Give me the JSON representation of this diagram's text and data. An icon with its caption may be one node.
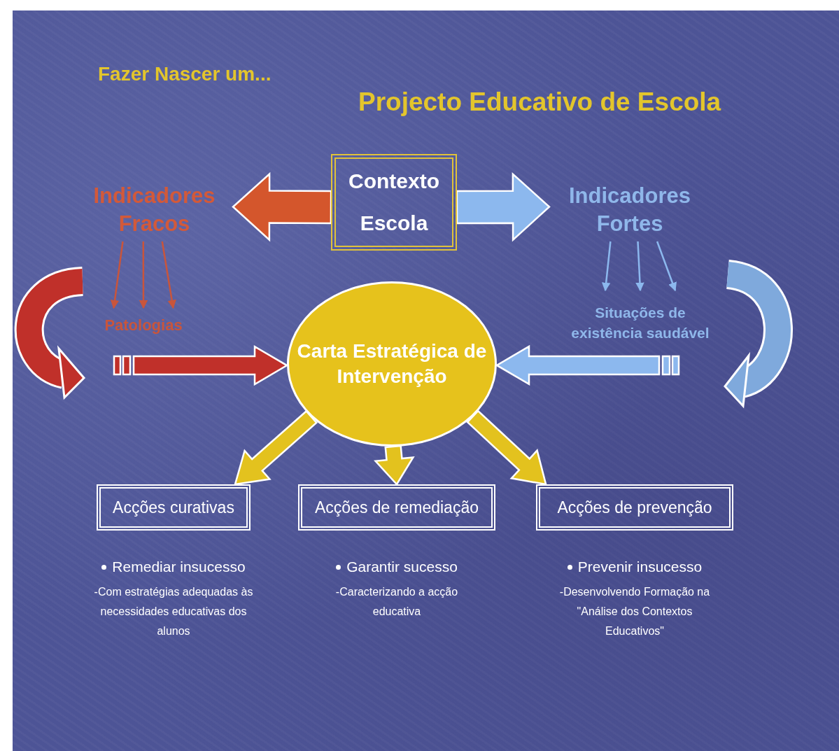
{
  "diagram": {
    "title": "Projecto Educativo de Escola",
    "nodes": [
      {
        "text": [
          "Contexto Escola"
        ]
      },
      {
        "text": [
          "Indicadores Fracos"
        ]
      },
      {
        "text": [
          "Indicadores Fortes"
        ]
      },
      {
        "text": [
          "Patologias"
        ]
      },
      {
        "text": [
          "Situações de existência saudável"
        ]
      },
      {
        "text": [
          "Carta Estratégica de Intervenção"
        ]
      },
      {
        "text": [
          "Acções curativas"
        ],
        "beside": [
          "Remediar insucesso",
          "-Com estratégias adequadas às necessidades educativas dos alunos"
        ]
      },
      {
        "text": [
          "Acções de remediação"
        ],
        "beside": [
          "Garantir sucesso",
          "-Caracterizando a acção educativa"
        ]
      },
      {
        "text": [
          "Acções de prevenção"
        ],
        "beside": [
          "Prevenir insucesso",
          "-Desenvolvendo Formação na \"Análise dos Contextos Educativos\""
        ]
      }
    ],
    "edges": [
      {
        "from": 0,
        "to": 1,
        "arrow": "to",
        "style": "thick",
        "color": "#d4562c"
      },
      {
        "from": 0,
        "to": 2,
        "arrow": "to",
        "style": "thick",
        "color": "#8cb8ee"
      },
      {
        "from": 1,
        "to": 3,
        "arrow": "to",
        "color": "#c8553c"
      },
      {
        "from": 1,
        "to": 3,
        "arrow": "to",
        "color": "#c8553c"
      },
      {
        "from": 1,
        "to": 3,
        "arrow": "to",
        "color": "#c8553c"
      },
      {
        "from": 2,
        "to": 4,
        "arrow": "to",
        "color": "#8cb8ee"
      },
      {
        "from": 2,
        "to": 4,
        "arrow": "to",
        "color": "#8cb8ee"
      },
      {
        "from": 2,
        "to": 4,
        "arrow": "to",
        "color": "#8cb8ee"
      },
      {
        "from": null,
        "to": 5,
        "arrow": "to",
        "style": "thick",
        "color": "#c0302a"
      },
      {
        "from": null,
        "to": 5,
        "arrow": "to",
        "style": "thick",
        "color": "#8cb8ee"
      },
      {
        "from": 5,
        "to": 6,
        "arrow": "to",
        "style": "thick",
        "color": "#e3c21e"
      },
      {
        "from": 5,
        "to": 7,
        "arrow": "to",
        "style": "thick",
        "color": "#e3c21e"
      },
      {
        "from": 5,
        "to": 8,
        "arrow": "to",
        "style": "thick",
        "color": "#e3c21e"
      }
    ],
    "labels": [
      "Fazer Nascer um..."
    ]
  }
}
